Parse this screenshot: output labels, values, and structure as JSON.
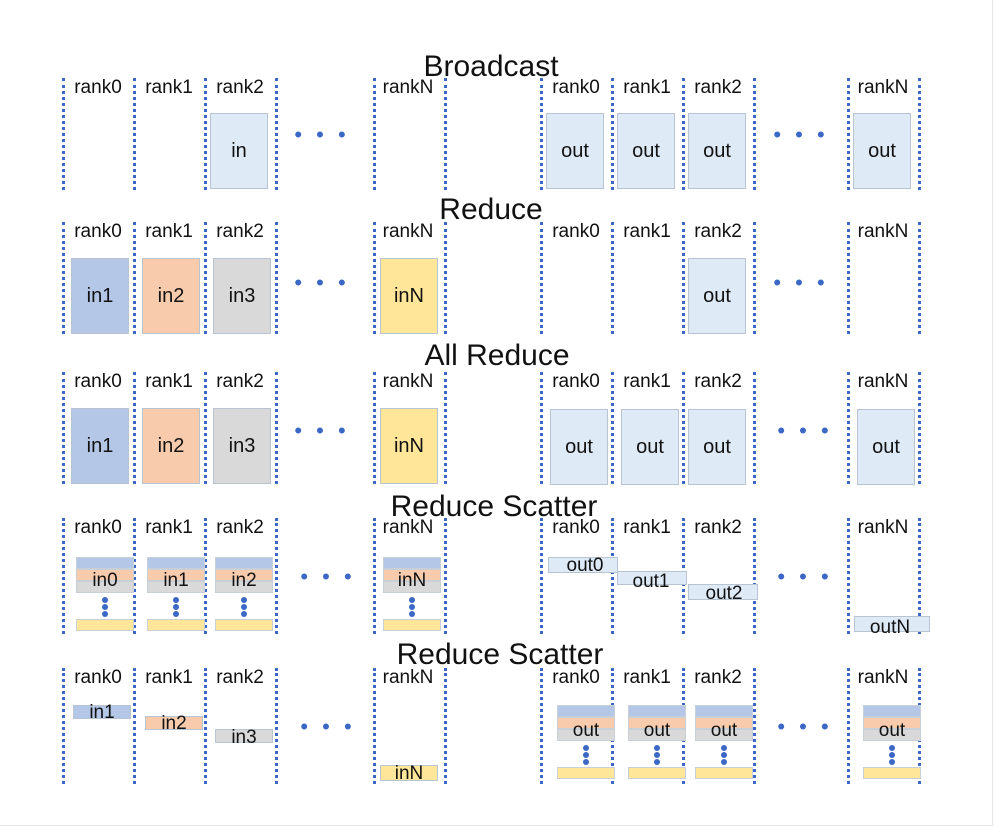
{
  "sections": [
    {
      "title": "Broadcast"
    },
    {
      "title": "Reduce"
    },
    {
      "title": "All Reduce"
    },
    {
      "title": "Reduce Scatter"
    },
    {
      "title": "Reduce Scatter"
    }
  ],
  "ranks": [
    "rank0",
    "rank1",
    "rank2",
    "rankN"
  ],
  "labels": {
    "in": "in",
    "in1": "in1",
    "in2": "in2",
    "in3": "in3",
    "inN": "inN",
    "in0": "in0",
    "out": "out",
    "out0": "out0",
    "out1": "out1",
    "out2": "out2",
    "outN": "outN"
  },
  "ellipsis": "• • •",
  "colors": {
    "blue": "#b4c7e7",
    "orange": "#f8cbad",
    "gray": "#d9d9d9",
    "yellow": "#ffe699",
    "light": "#deebf7",
    "dotline": "#3a68c4"
  }
}
